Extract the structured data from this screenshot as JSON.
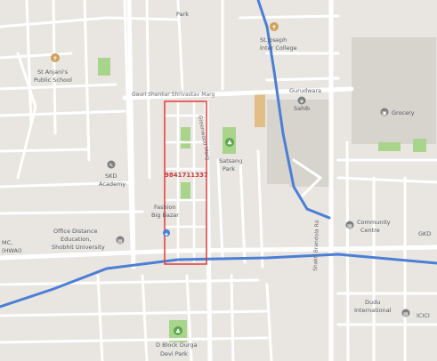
{
  "colors": {
    "land": "#e9e6e1",
    "road": "#ffffff",
    "road_casing": "#d9d5cf",
    "water": "#4a7fd6",
    "park": "#a9d48c",
    "building": "#c9c7c4",
    "poi_orange": "#cfa15a",
    "highlight_red": "#e23b3b"
  },
  "labels": {
    "top_park": "Park",
    "st_joseph": [
      "St.Joseph",
      "Inter College"
    ],
    "st_anjanis": [
      "St Anjani's",
      "Public School"
    ],
    "gauri_marg": "Gauri Shankar Shrivastav Marg",
    "gurudwara": [
      "Gurudwara",
      "Sahib"
    ],
    "grocery": "Grocery",
    "sks": [
      "SKD",
      "Academy"
    ],
    "vertical_road": "Greenwood Marg",
    "satsang": [
      "Satsang",
      "Park"
    ],
    "phone": "9841711337",
    "fashion": [
      "Fashion",
      "Big Bazar"
    ],
    "office_distance": [
      "Office Distance",
      "Education,",
      "Shobhit University"
    ],
    "mc_hwai": [
      "MC,",
      "(HWAI)"
    ],
    "community": [
      "Community",
      "Centre"
    ],
    "gkd": "GKD",
    "dudu": [
      "Dudu",
      "International"
    ],
    "vertical_road_2": "Shakti Brandola Rd",
    "d_block": [
      "D Block Durga",
      "Devi Park"
    ],
    "right_edge": "ICICI"
  },
  "icons": [
    "school-icon",
    "temple-icon",
    "gurudwara-icon",
    "grocery-icon",
    "academy-icon",
    "park-icon",
    "shopping-icon",
    "office-icon",
    "community-icon",
    "park-marker-icon",
    "business-icon"
  ]
}
